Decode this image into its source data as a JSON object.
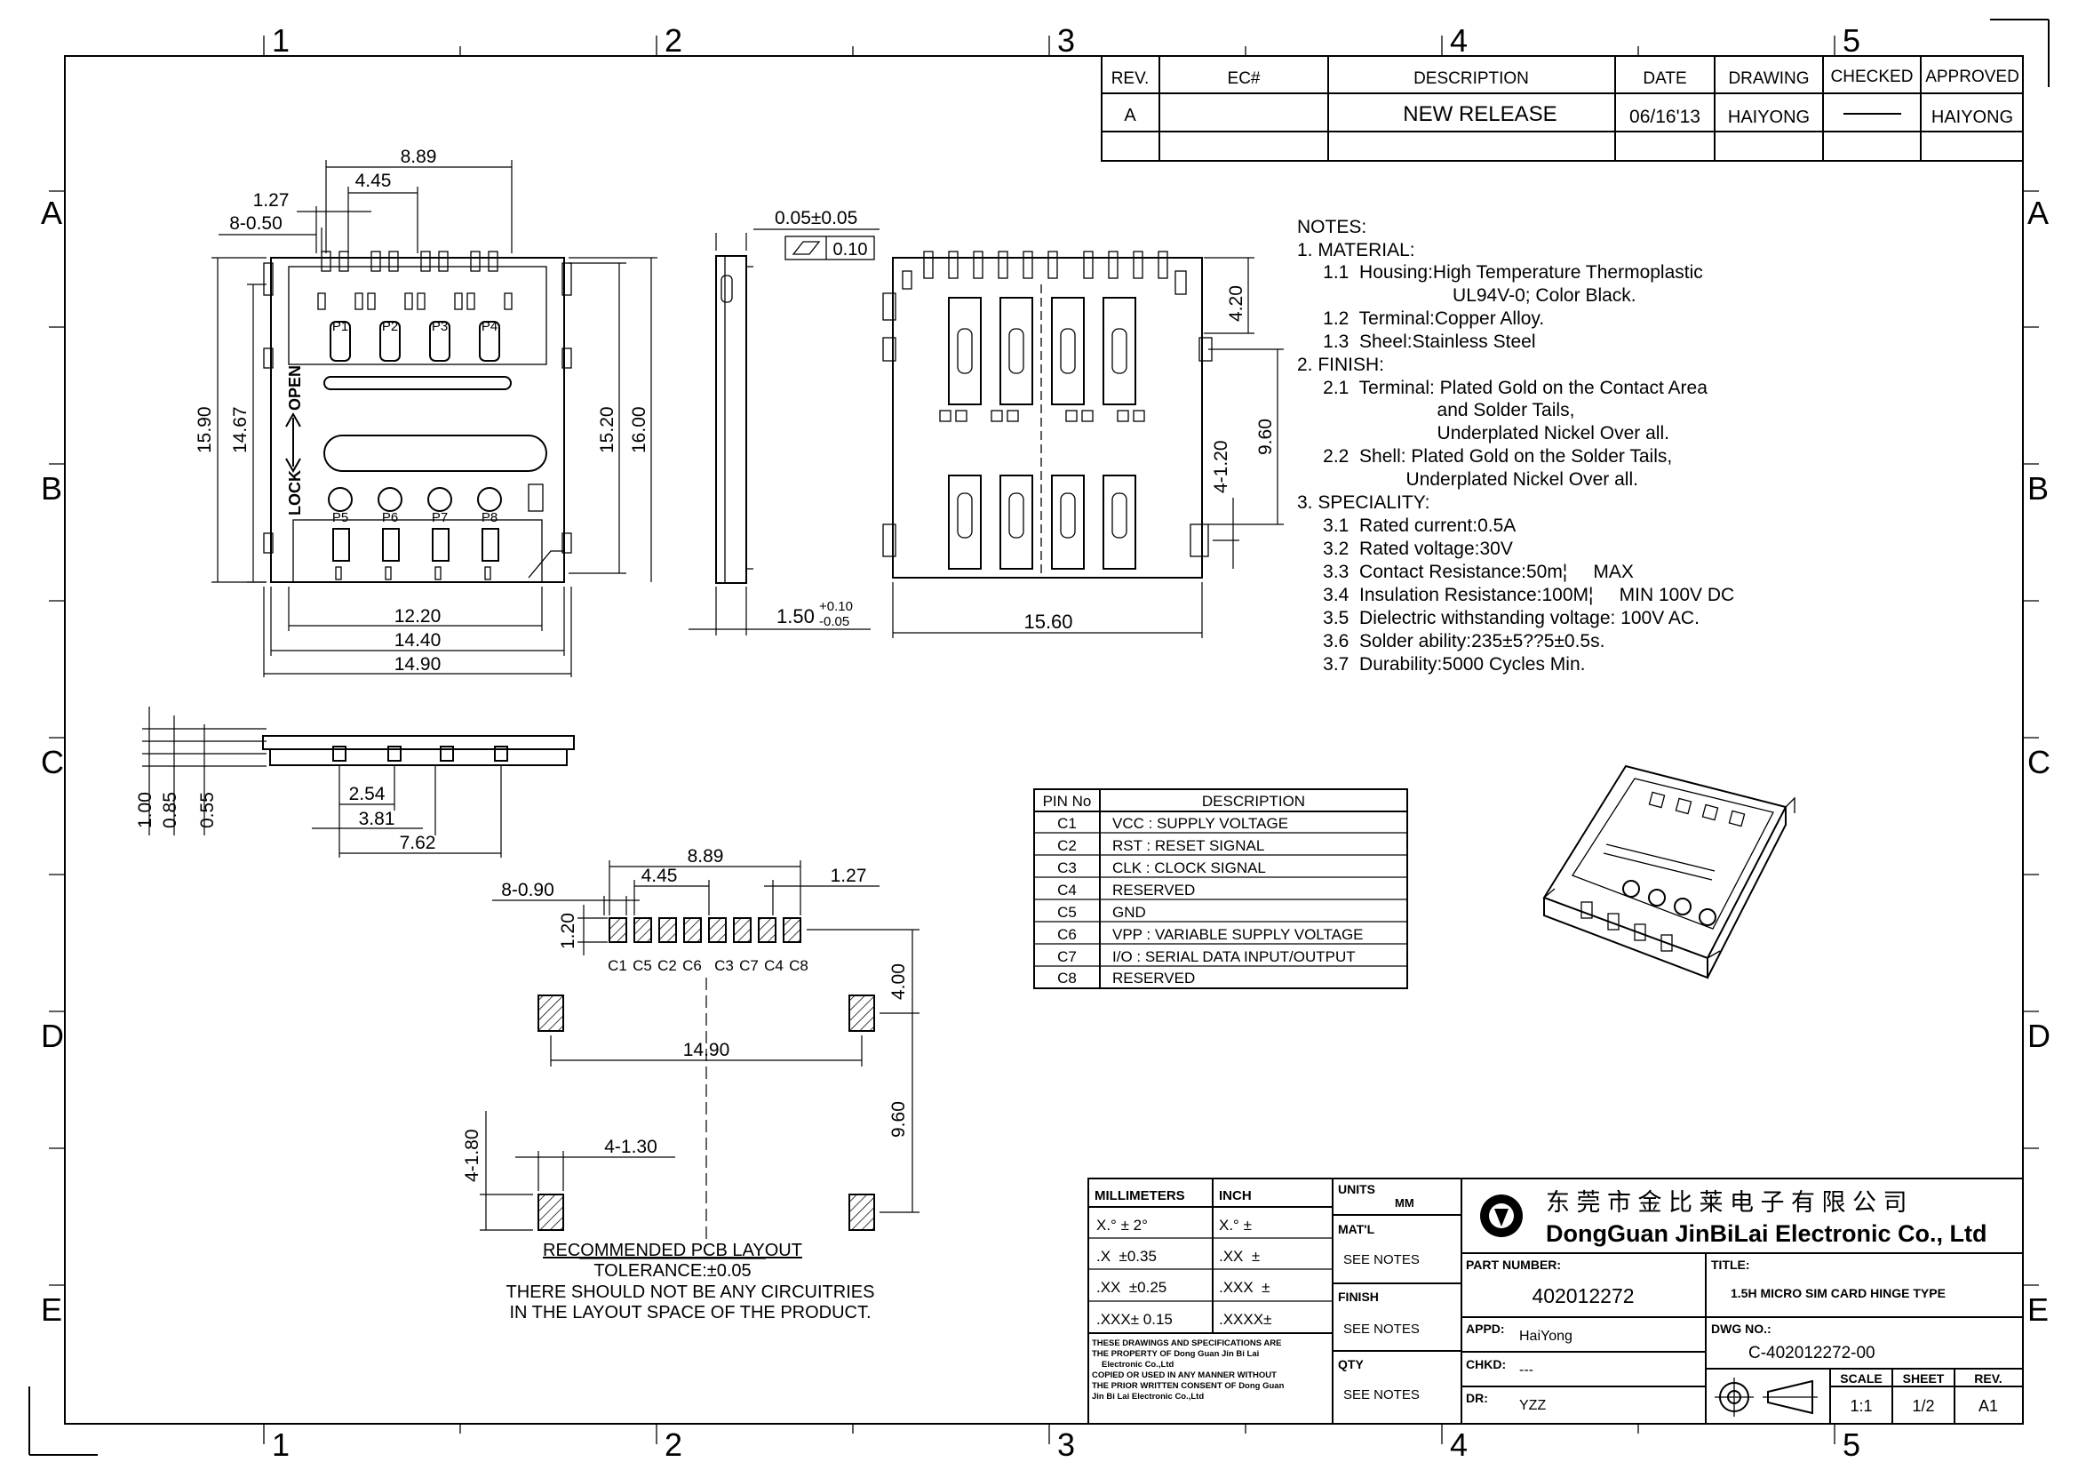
{
  "border": {
    "columns": [
      "1",
      "2",
      "3",
      "4",
      "5"
    ],
    "rows": [
      "A",
      "B",
      "C",
      "D",
      "E"
    ]
  },
  "revision_table": {
    "headers": [
      "REV.",
      "EC#",
      "DESCRIPTION",
      "DATE",
      "DRAWING",
      "CHECKED",
      "APPROVED"
    ],
    "rows": [
      [
        "A",
        "",
        "NEW RELEASE",
        "06/16'13",
        "HAIYONG",
        "",
        "HAIYONG"
      ]
    ]
  },
  "top_view": {
    "dims": {
      "d889": "8.89",
      "d445": "4.45",
      "d127": "1.27",
      "d8x050": "8-0.50",
      "d1590": "15.90",
      "d1467": "14.67",
      "d1520": "15.20",
      "d1600": "16.00",
      "d1220": "12.20",
      "d1440": "14.40",
      "d1490": "14.90"
    },
    "pins_top": [
      "P1",
      "P2",
      "P3",
      "P4"
    ],
    "pins_bottom": [
      "P5",
      "P6",
      "P7",
      "P8"
    ],
    "open_label": "OPEN",
    "lock_label": "LOCK"
  },
  "side_view": {
    "dims": {
      "flat": "0.05±0.05",
      "flat_tol": "0.10",
      "thick": "1.50",
      "thick_tol_up": "+0.10",
      "thick_tol_dn": "-0.05"
    }
  },
  "bottom_view": {
    "dims": {
      "d420": "4.20",
      "d960": "9.60",
      "d4x120": "4-1.20",
      "d1560": "15.60"
    }
  },
  "front_view": {
    "dims": {
      "d100": "1.00",
      "d085": "0.85",
      "d055": "0.55",
      "d254": "2.54",
      "d381": "3.81",
      "d762": "7.62"
    }
  },
  "pcb_layout": {
    "dims": {
      "d889": "8.89",
      "d445": "4.45",
      "d127": "1.27",
      "d8x090": "8-0.90",
      "d120": "1.20",
      "d400": "4.00",
      "d1490": "14.90",
      "d960": "9.60",
      "d4x180": "4-1.80",
      "d4x130": "4-1.30"
    },
    "pad_labels": [
      "C1",
      "C5",
      "C2",
      "C6",
      "C3",
      "C7",
      "C4",
      "C8"
    ],
    "title": "RECOMMENDED PCB LAYOUT",
    "tolerance": "TOLERANCE:±0.05",
    "warning_1": "THERE SHOULD NOT BE ANY CIRCUITRIES",
    "warning_2": "IN THE LAYOUT SPACE OF THE PRODUCT."
  },
  "notes": {
    "lines": [
      "NOTES:",
      "1.  MATERIAL:",
      "     1.1  Housing:High Temperature Thermoplastic",
      "                              UL94V-0; Color Black.",
      "     1.2  Terminal:Copper Alloy.",
      "     1.3  Sheel:Stainless Steel",
      "2.  FINISH:",
      "     2.1  Terminal: Plated Gold on the Contact Area",
      "                           and Solder Tails,",
      "                           Underplated Nickel Over all.",
      "     2.2  Shell: Plated Gold on the Solder Tails,",
      "                     Underplated Nickel Over all.",
      "3.  SPECIALITY:",
      "     3.1  Rated current:0.5A",
      "     3.2  Rated voltage:30V",
      "     3.3  Contact Resistance:50m¦     MAX",
      "     3.4  Insulation Resistance:100M¦     MIN 100V DC",
      "     3.5  Dielectric withstanding voltage: 100V AC.",
      "     3.6  Solder ability:235±5??5±0.5s.",
      "     3.7  Durability:5000 Cycles Min."
    ]
  },
  "pin_table": {
    "headers": [
      "PIN No",
      "DESCRIPTION"
    ],
    "rows": [
      [
        "C1",
        "VCC : SUPPLY VOLTAGE"
      ],
      [
        "C2",
        "RST : RESET SIGNAL"
      ],
      [
        "C3",
        "CLK : CLOCK SIGNAL"
      ],
      [
        "C4",
        "RESERVED"
      ],
      [
        "C5",
        "GND"
      ],
      [
        "C6",
        "VPP : VARIABLE SUPPLY VOLTAGE"
      ],
      [
        "C7",
        "I/O : SERIAL DATA INPUT/OUTPUT"
      ],
      [
        "C8",
        "RESERVED"
      ]
    ]
  },
  "title_block": {
    "tolerance_headers": [
      "MILLIMETERS",
      "INCH"
    ],
    "tolerance_rows": [
      [
        "X.° ± 2°",
        "X.° ±"
      ],
      [
        ".X  ±0.35",
        ".XX  ±"
      ],
      [
        ".XX  ±0.25",
        ".XXX  ±"
      ],
      [
        ".XXX± 0.15",
        ".XXXX±"
      ]
    ],
    "property_text": [
      "THESE DRAWINGS AND SPECIFICATIONS ARE",
      "THE PROPERTY OF Dong Guan Jin Bi Lai",
      "Electronic Co.,Ltd",
      "COPIED OR USED IN ANY MANNER WITHOUT",
      "THE PRIOR WRITTEN CONSENT OF Dong Guan",
      "Jin Bi Lai  Electronic Co.,Ltd"
    ],
    "units_label": "UNITS",
    "units_value": "MM",
    "matl_label": "MAT'L",
    "matl_value": "SEE NOTES",
    "finish_label": "FINISH",
    "finish_value": "SEE NOTES",
    "qty_label": "QTY",
    "qty_value": "SEE NOTES",
    "company_cn": "东 莞 市 金 比 莱 电 子 有 限 公 司",
    "company_en": "DongGuan JinBiLai Electronic Co., Ltd",
    "part_number_label": "PART NUMBER:",
    "part_number": "402012272",
    "title_label": "TITLE:",
    "title": "1.5H MICRO SIM CARD HINGE TYPE",
    "appd_label": "APPD:",
    "appd": "HaiYong",
    "chkd_label": "CHKD:",
    "chkd": "---",
    "dr_label": "DR:",
    "dr": "YZZ",
    "dwg_label": "DWG NO.:",
    "dwg_no": "C-402012272-00",
    "scale_label": "SCALE",
    "scale": "1:1",
    "sheet_label": "SHEET",
    "sheet": "1/2",
    "rev_label": "REV.",
    "rev": "A1"
  }
}
